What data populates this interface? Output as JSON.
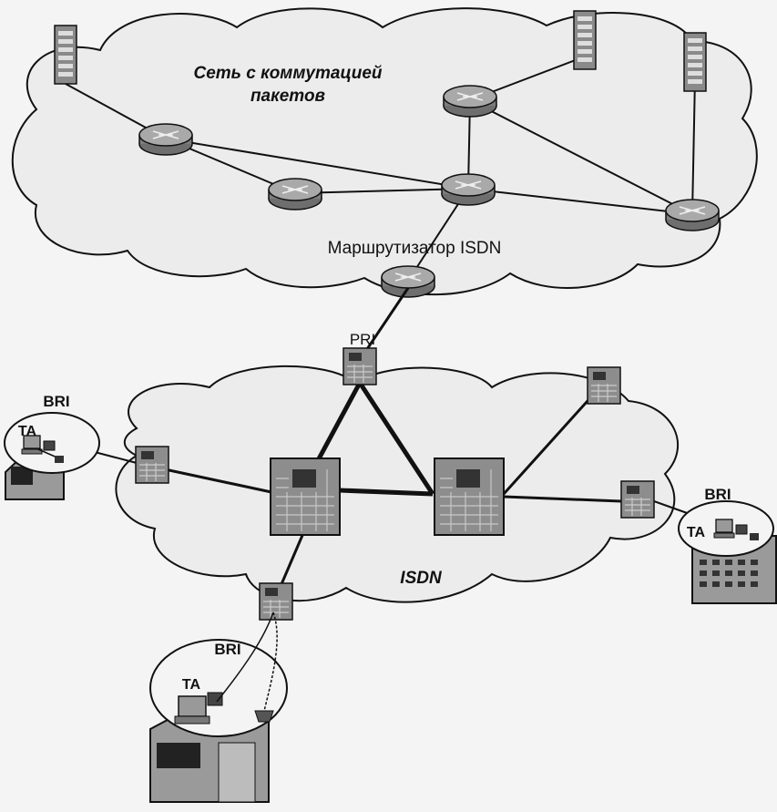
{
  "packet_network": {
    "title_line1": "Сеть с коммутацией",
    "title_line2": "пакетов"
  },
  "isdn_router_label": "Маршрутизатор ISDN",
  "isdn_cloud_label": "ISDN",
  "pri_label": "PRI",
  "bri_left": {
    "label": "BRI",
    "ta": "TA"
  },
  "bri_right": {
    "label": "BRI",
    "ta": "TA"
  },
  "bri_bottom": {
    "label": "BRI",
    "ta": "TA"
  },
  "colors": {
    "background": "#f4f4f4",
    "ink": "#111111",
    "device": "#8a8a8a",
    "router": "#7d7d7d"
  }
}
